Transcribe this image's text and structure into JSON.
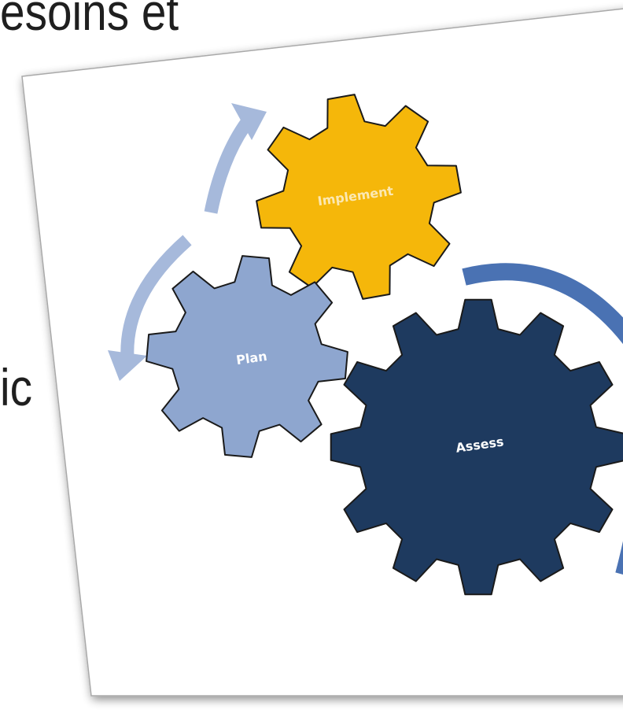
{
  "background_text": {
    "top": "esoins et",
    "middle": "ic"
  },
  "gears": [
    {
      "label": "Implement",
      "color": "#F5B70A",
      "text_color": "#FBE8B3"
    },
    {
      "label": "Plan",
      "color": "#8EA6CF",
      "text_color": "#FFFFFF"
    },
    {
      "label": "Assess",
      "color": "#1E3A5F",
      "text_color": "#FFFFFF"
    }
  ],
  "colors": {
    "arrow_light": "#A6B9DB",
    "arrow_dark": "#4A72B3",
    "gear_outline": "#1A1A1A",
    "paper": "#FFFFFF"
  }
}
